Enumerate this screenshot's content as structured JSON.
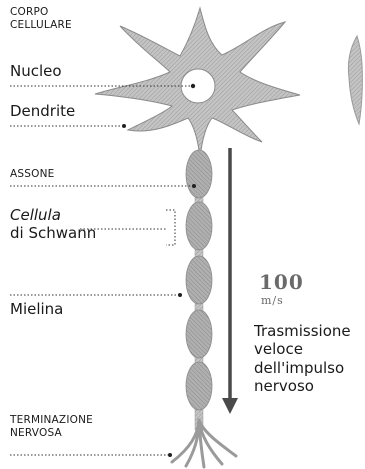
{
  "labels": {
    "corpo_cellulare": [
      "CORPO",
      "CELLULARE"
    ],
    "nucleo": "Nucleo",
    "dendrite": "Dendrite",
    "assone": "ASSONE",
    "cellula_schwann": [
      "Cellula",
      "di Schwann"
    ],
    "mielina": "Mielina",
    "terminazione": [
      "TERMINAZIONE",
      "NERVOSA"
    ]
  },
  "speed": {
    "value": "100",
    "unit": "m/s"
  },
  "description": [
    "Trasmissione",
    "veloce",
    "dell'impulso",
    "nervoso"
  ],
  "colors": {
    "text": "#1a1a1a",
    "neuron_fill": "#bcbcbc",
    "neuron_stroke": "#8a8a8a",
    "myelin": "#a8a8a8",
    "arrow": "#4a4a4a",
    "leader": "#333333"
  }
}
